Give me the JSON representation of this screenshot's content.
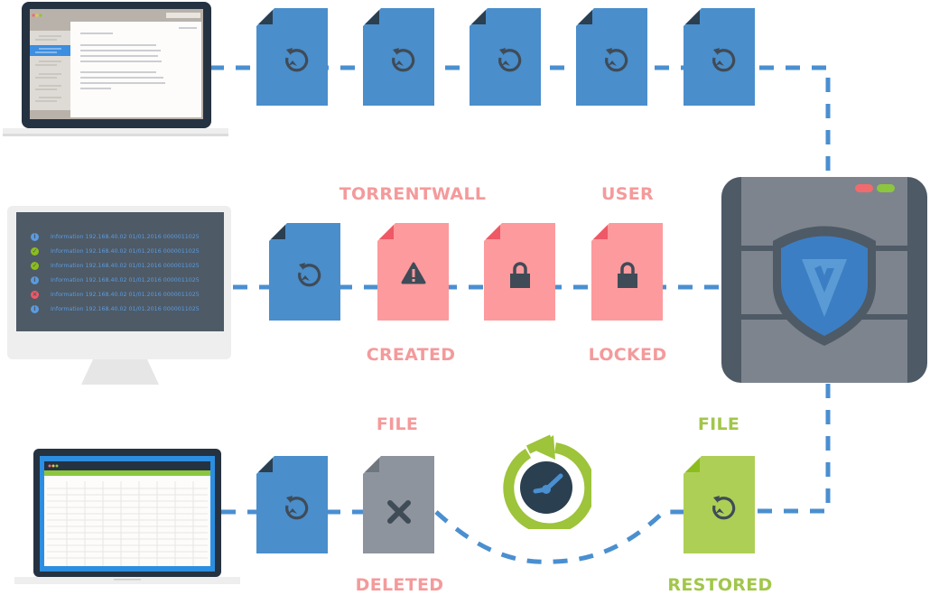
{
  "diagram": {
    "title": "File protection and restore flow",
    "colors": {
      "connector": "#4a8fd0",
      "file_blue": "#4a8ecb",
      "file_red": "#fd9a9d",
      "file_gray": "#8d949d",
      "file_green": "#aecf55",
      "dark_glyph": "#3f4b57",
      "label_red": "#f49a9b",
      "label_green": "#a2c64a"
    },
    "rows": [
      {
        "id": "row-top",
        "source": "laptop-document-editor",
        "files": [
          {
            "state": "versioned",
            "icon": "restore-icon"
          },
          {
            "state": "versioned",
            "icon": "restore-icon"
          },
          {
            "state": "versioned",
            "icon": "restore-icon"
          },
          {
            "state": "versioned",
            "icon": "restore-icon"
          },
          {
            "state": "versioned",
            "icon": "restore-icon"
          }
        ]
      },
      {
        "id": "row-middle",
        "source": "monitor-log-viewer",
        "files": [
          {
            "state": "versioned",
            "icon": "restore-icon"
          },
          {
            "state": "threat",
            "icon": "warning-icon"
          },
          {
            "state": "locked",
            "icon": "lock-icon"
          },
          {
            "state": "locked",
            "icon": "lock-icon"
          }
        ],
        "labels": {
          "torrentwall": "TORRENTWALL",
          "created": "CREATED",
          "user": "USER",
          "locked": "LOCKED"
        }
      },
      {
        "id": "row-bottom",
        "source": "laptop-spreadsheet",
        "files": [
          {
            "state": "versioned",
            "icon": "restore-icon"
          },
          {
            "state": "deleted",
            "icon": "x-icon"
          },
          {
            "state": "restored",
            "icon": "restore-icon"
          }
        ],
        "labels": {
          "file_deleted_top": "FILE",
          "deleted": "DELETED",
          "file_restored_top": "FILE",
          "restored": "RESTORED"
        }
      }
    ],
    "firewall": {
      "name": "firewall-shield",
      "logo_letter": "V",
      "indicators": [
        "#f16b6e",
        "#8cc63f"
      ]
    },
    "log_viewer": {
      "entries": [
        {
          "status": "info",
          "text": "Information 192.168.40.02   01/01.2016  0000011025"
        },
        {
          "status": "ok",
          "text": "Information 192.168.40.02   01/01.2016  0000011025"
        },
        {
          "status": "ok",
          "text": "Information 192.168.40.02   01/01.2016  0000011025"
        },
        {
          "status": "info",
          "text": "Information 192.168.40.02   01/01.2016  0000011025"
        },
        {
          "status": "error",
          "text": "Information 192.168.40.02   01/01.2016  0000011025"
        },
        {
          "status": "info",
          "text": "Information 192.168.40.02   01/01.2016  0000011025"
        }
      ]
    }
  }
}
